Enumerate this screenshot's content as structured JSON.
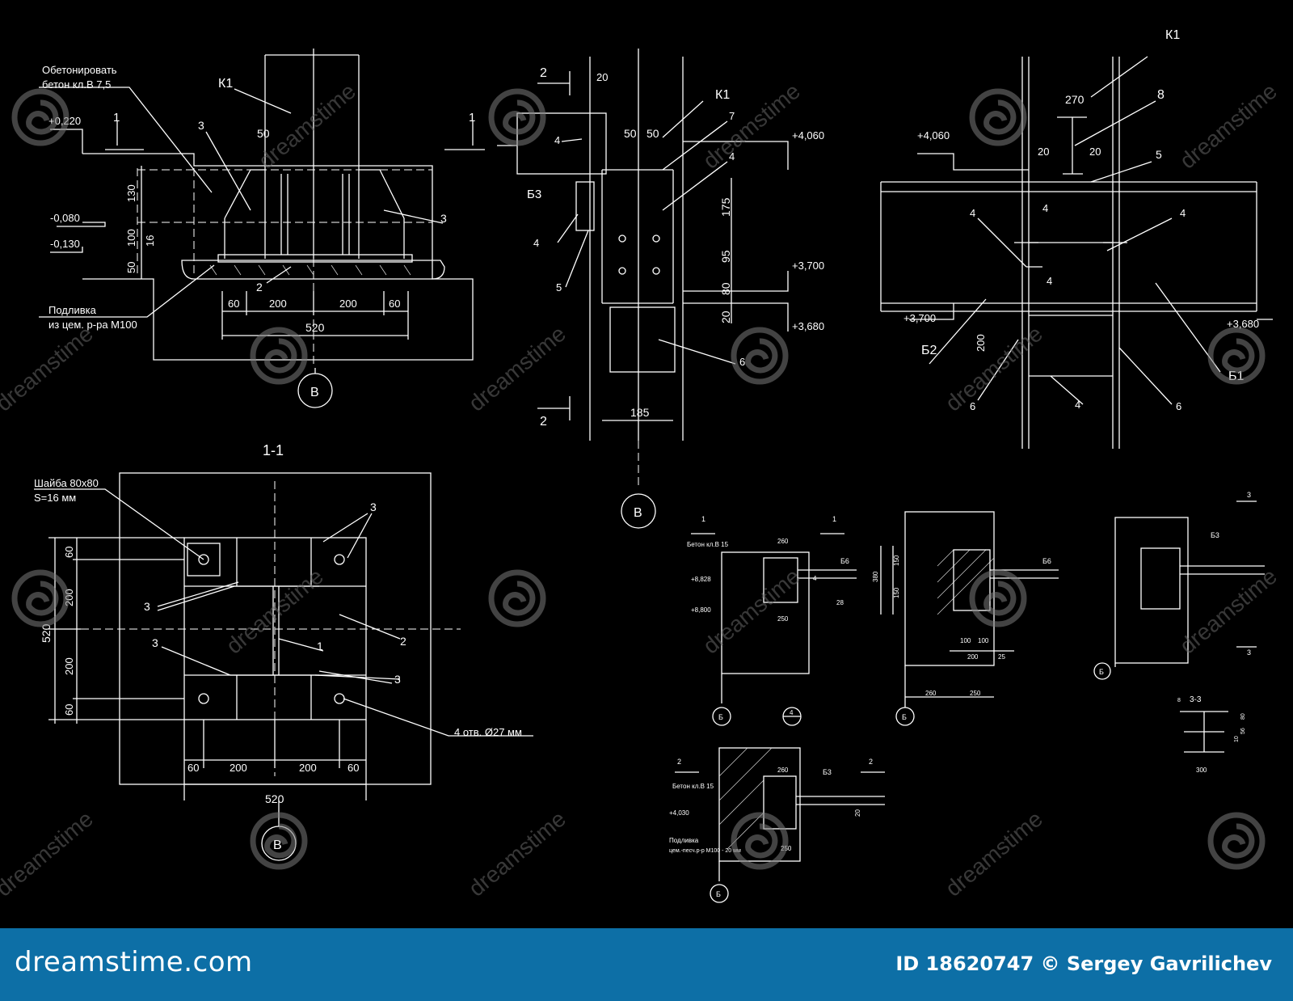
{
  "footer": {
    "brand": "dreamstime.com",
    "credit": "ID 18620747 © Sergey  Gavrilichev"
  },
  "watermark": {
    "text": "dreamstime"
  },
  "drawing": {
    "view_a": {
      "note1": "Обетонировать",
      "note2": "бетон кл.В 7,5",
      "col": "К1",
      "lv1": "+0,220",
      "lv2": "-0,080",
      "lv3": "-0,130",
      "grout1": "Подливка",
      "grout2": "из цем. р-ра М100",
      "sec": "1",
      "d50": "50",
      "d130": "130",
      "d100": "100",
      "d16": "16",
      "d50b": "50",
      "d60a": "60",
      "d200a": "200",
      "d200b": "200",
      "d60b": "60",
      "d520": "520",
      "p3a": "3",
      "p3b": "3",
      "p2": "2",
      "axis": "В"
    },
    "view_b": {
      "sec": "2",
      "col": "К1",
      "d20": "20",
      "d50a": "50",
      "d50b": "50",
      "lv1": "+4,060",
      "lv2": "+3,700",
      "lv3": "+3,680",
      "p4a": "4",
      "p7": "7",
      "p4b": "4",
      "b3": "Б3",
      "p4c": "4",
      "p5": "5",
      "p6": "6",
      "d175": "175",
      "d95": "95",
      "d80": "80",
      "d20b": "20",
      "d185": "185",
      "axis": "В"
    },
    "view_c": {
      "col": "К1",
      "d270": "270",
      "p8": "8",
      "lv1": "+4,060",
      "d20a": "20",
      "d20b": "20",
      "p5": "5",
      "p4a": "4",
      "p4b": "4",
      "p4c": "4",
      "p4d": "4",
      "p4e": "4",
      "lv2": "+3,700",
      "lv3": "+3,680",
      "b2": "Б2",
      "b1": "Б1",
      "d200": "200",
      "p6a": "6",
      "p6b": "6"
    },
    "view_d": {
      "title": "1-1",
      "washer1": "Шайба 80x80",
      "washer2": "S=16 мм",
      "p3a": "3",
      "p3b": "3",
      "p3c": "3",
      "p3d": "3",
      "p1": "1",
      "p2": "2",
      "holes": "4 отв. Ø27 мм",
      "d520v": "520",
      "d60a": "60",
      "d200a": "200",
      "d200b": "200",
      "d60b": "60",
      "h60a": "60",
      "h200a": "200",
      "h200b": "200",
      "h60b": "60",
      "h520": "520",
      "axis": "В"
    },
    "small": {
      "conc15": "Бетон кл.В 15",
      "lv8828": "+8,828",
      "lv8800": "+8,800",
      "d260a": "260",
      "d250a": "250",
      "d28": "28",
      "b6a": "Б6",
      "p4": "4",
      "axisB": "Б",
      "axis42": "4",
      "d380": "380",
      "d150": "150",
      "d100": "100",
      "d200": "200",
      "d25": "25",
      "d260b": "260",
      "d250b": "250",
      "b6b": "Б6",
      "b3": "Б3",
      "sec3": "3",
      "title33": "3-3",
      "d300": "300",
      "d8": "8",
      "d10": "10",
      "d56": "56",
      "d80": "80",
      "lv4030": "+4,030",
      "grout1": "Подливка",
      "grout2": "цем.-песч.р-р М100 - 20 мм",
      "d260c": "260",
      "d250c": "250",
      "d20": "20",
      "b3b": "Б3",
      "sec2": "2",
      "sec1": "1"
    }
  }
}
